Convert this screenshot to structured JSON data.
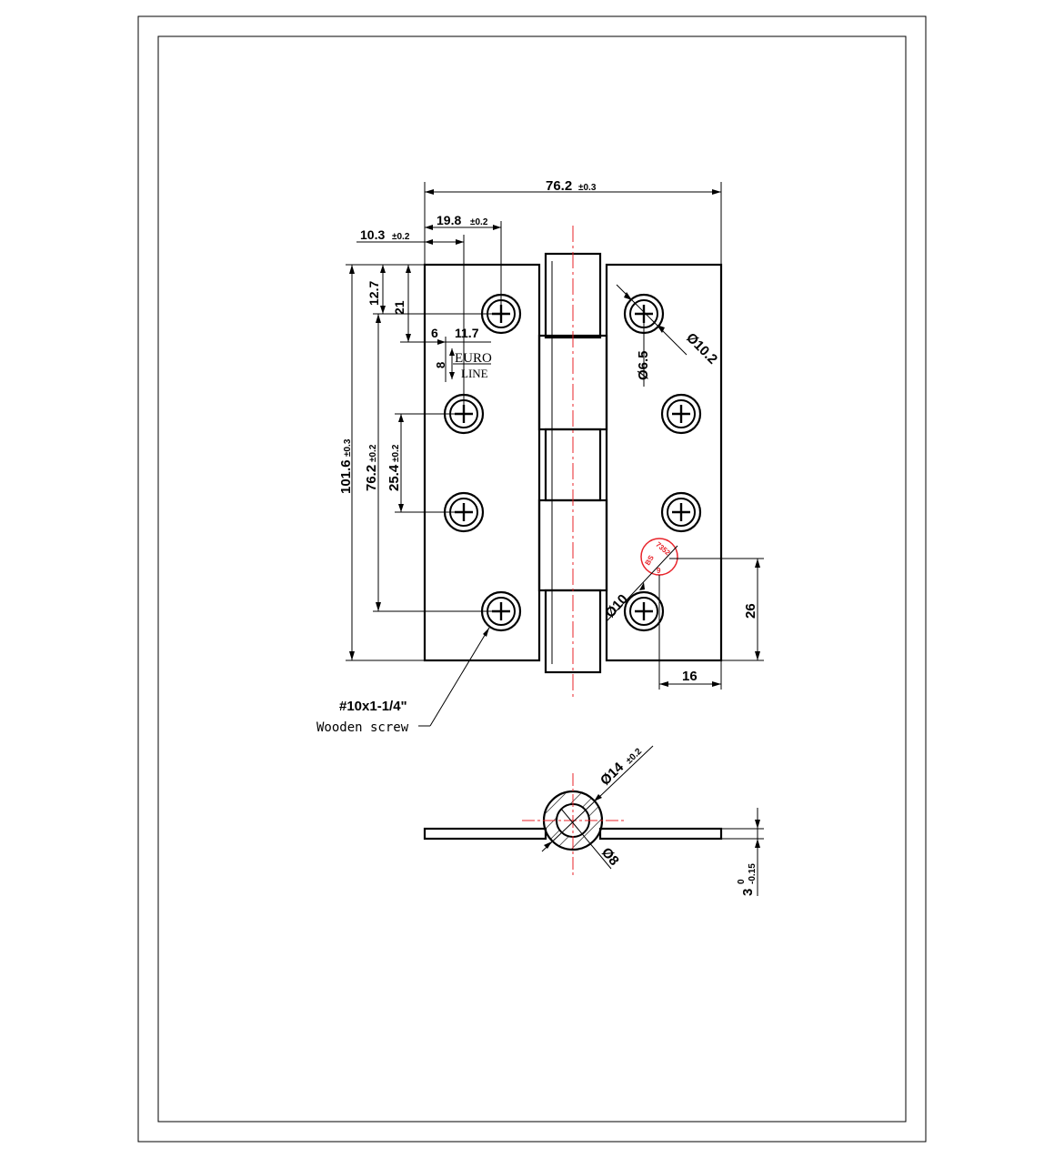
{
  "dims": {
    "width_total": "76.2",
    "width_total_tol": "±0.3",
    "hole_offset_a": "19.8",
    "hole_offset_a_tol": "±0.2",
    "hole_offset_b": "10.3",
    "hole_offset_b_tol": "±0.2",
    "top_a": "12.7",
    "top_b": "21",
    "logo_w1": "6",
    "logo_w2": "11.7",
    "logo_h": "8",
    "height_total": "101.6",
    "height_total_tol": "±0.3",
    "height_mid": "76.2",
    "height_mid_tol": "±0.2",
    "hole_pitch": "25.4",
    "hole_pitch_tol": "±0.2",
    "hole_inner_dia": "Ø6.5",
    "hole_outer_dia": "Ø10.2",
    "stamp_dia": "Ø10",
    "stamp_from_bottom": "26",
    "stamp_from_edge": "16",
    "knuckle_dia": "Ø14",
    "knuckle_dia_tol": "±0.2",
    "pin_dia": "Ø8",
    "thickness": "3",
    "thickness_tol_upper": "0",
    "thickness_tol_lower": "-0.15"
  },
  "callout": {
    "screw_size": "#10x1-1/4\"",
    "screw_type": "Wooden screw"
  },
  "logo": {
    "line1": "EURO",
    "line2": "LINE"
  },
  "stamp": {
    "text_a": "BS",
    "text_b": "7352",
    "text_c": "9"
  },
  "colors": {
    "ink": "#000000",
    "center_line": "#e8232a"
  }
}
